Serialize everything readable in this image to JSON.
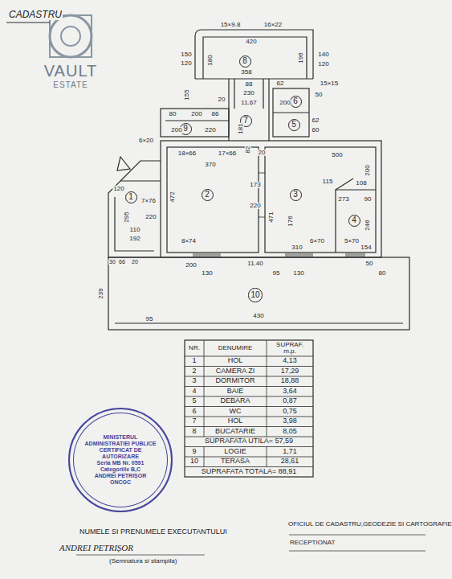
{
  "diagram": {
    "title": "CADASTRU",
    "nodes": [
      {
        "text": [
          "1"
        ]
      },
      {
        "text": [
          "2"
        ]
      },
      {
        "text": [
          "3"
        ]
      },
      {
        "text": [
          "4"
        ]
      },
      {
        "text": [
          "5"
        ]
      },
      {
        "text": [
          "6"
        ]
      },
      {
        "text": [
          "7"
        ]
      },
      {
        "text": [
          "8"
        ]
      },
      {
        "text": [
          "9"
        ]
      },
      {
        "text": [
          "10"
        ]
      },
      {
        "text": [
          "MINISTERUL ADMINISTRATIEI PUBLICE",
          "CERTIFICAT DE AUTORIZARE",
          "Seria MB Nr. 0591",
          "Categoriile B,C",
          "ANDREI PETRIȘOR",
          "ONCGC"
        ]
      }
    ],
    "labels": [
      "VAULT",
      "ESTATE",
      "15×9.8",
      "16×22",
      "420",
      "150",
      "120",
      "180",
      "196",
      "140",
      "120",
      "358",
      "88",
      "230",
      "62",
      "200",
      "50",
      "15×15",
      "11.67",
      "20",
      "155",
      "80",
      "200",
      "86",
      "181",
      "62",
      "60",
      "200",
      "220",
      "6×20",
      "18×66",
      "17×66",
      "82",
      "370",
      "20",
      "500",
      "200",
      "108",
      "220",
      "173",
      "472",
      "471",
      "115",
      "273",
      "90",
      "176",
      "246",
      "6×70",
      "5×70",
      "154",
      "310",
      "8×74",
      "220",
      "295",
      "120",
      "192",
      "110",
      "30",
      "66",
      "20",
      "200",
      "130",
      "11.40",
      "95",
      "130",
      "50",
      "80",
      "239",
      "430",
      "95",
      "7×76",
      "NR.",
      "DENUMIRE",
      "SUPRAF. m.p.",
      "1",
      "HOL",
      "4,13",
      "2",
      "CAMERA ZI",
      "17,29",
      "3",
      "DORMITOR",
      "18,88",
      "4",
      "BAIE",
      "3,64",
      "5",
      "DEBARA",
      "0,87",
      "6",
      "WC",
      "0,75",
      "7",
      "HOL",
      "3,98",
      "8",
      "BUCATARIE",
      "8,05",
      "SUPRAFATA UTILA= 57,59",
      "9",
      "LOGIE",
      "1,71",
      "10",
      "TERASA",
      "28,61",
      "SUPRAFATA TOTALA= 88,91",
      "NUMELE SI PRENUMELE EXECUTANTULUI",
      "ANDREI PETRIȘOR",
      "(Semnatura si stampila)",
      "OFICIUL DE CADASTRU,GEODEZIE SI CARTOGRAFIE",
      "RECEPTIONAT"
    ]
  }
}
